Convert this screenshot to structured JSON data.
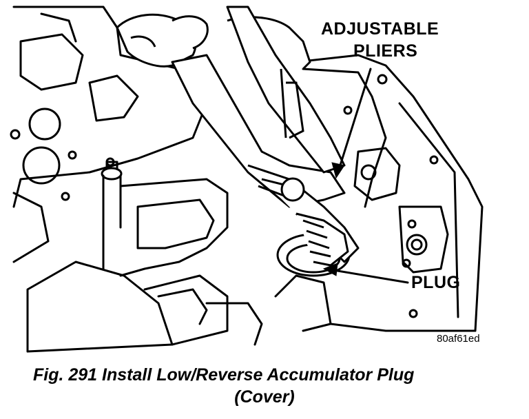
{
  "labels": {
    "pliers_line1": "ADJUSTABLE",
    "pliers_line2": "PLIERS",
    "plug": "PLUG",
    "figure_code": "80af61ed"
  },
  "caption": {
    "line1": "Fig. 291 Install Low/Reverse Accumulator Plug",
    "line2": "(Cover)"
  },
  "colors": {
    "ink": "#000000",
    "paper": "#ffffff"
  }
}
